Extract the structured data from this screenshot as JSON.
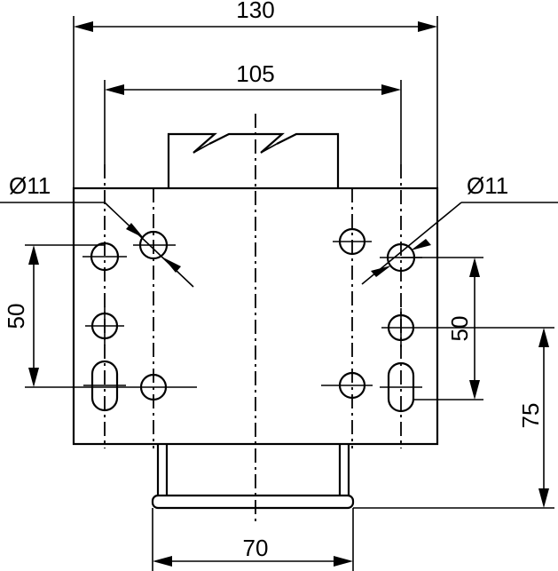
{
  "dimensions": {
    "overall_width": "130",
    "hole_spacing_width": "105",
    "left_hole_diameter": "Ø11",
    "right_hole_diameter": "Ø11",
    "left_vertical_spacing": "50",
    "right_vertical_spacing": "50",
    "bottom_offset": "75",
    "base_width": "70"
  }
}
